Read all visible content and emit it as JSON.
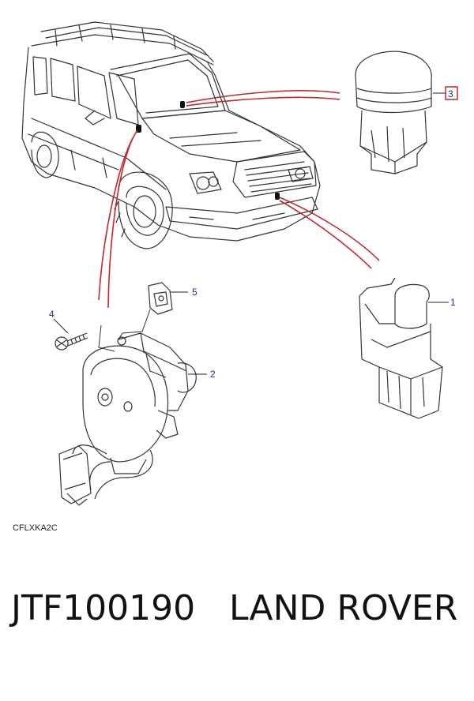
{
  "diagram": {
    "reference_code": "CFLXKA2C",
    "callouts": [
      {
        "id": "1",
        "label": "1"
      },
      {
        "id": "2",
        "label": "2"
      },
      {
        "id": "3",
        "label": "3"
      },
      {
        "id": "4",
        "label": "4"
      },
      {
        "id": "5",
        "label": "5"
      }
    ],
    "colors": {
      "line_art": "#333333",
      "leader_lines": "#c0282d",
      "callout_text": "#2a2a8a",
      "highlight_box": "#c0282d"
    },
    "highlighted_callout": "3"
  },
  "caption": {
    "part_number": "JTF100190",
    "brand": "LAND ROVER"
  }
}
